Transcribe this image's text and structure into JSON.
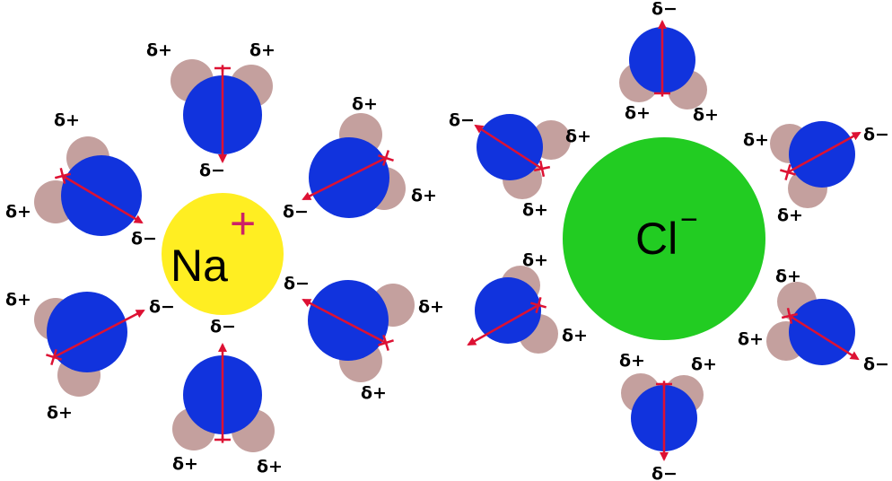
{
  "colors": {
    "oxygen": "#1133dd",
    "hydrogen": "#c4a09e",
    "dipole": "#dd1133",
    "sodium": "#ffee22",
    "chloride": "#22cc22",
    "sodium_charge": "#cc2266"
  },
  "sodium": {
    "symbol": "Na",
    "charge": "+"
  },
  "chloride": {
    "symbol": "Cl",
    "charge": "−"
  },
  "partial_negative": "δ−",
  "partial_positive": "δ+"
}
